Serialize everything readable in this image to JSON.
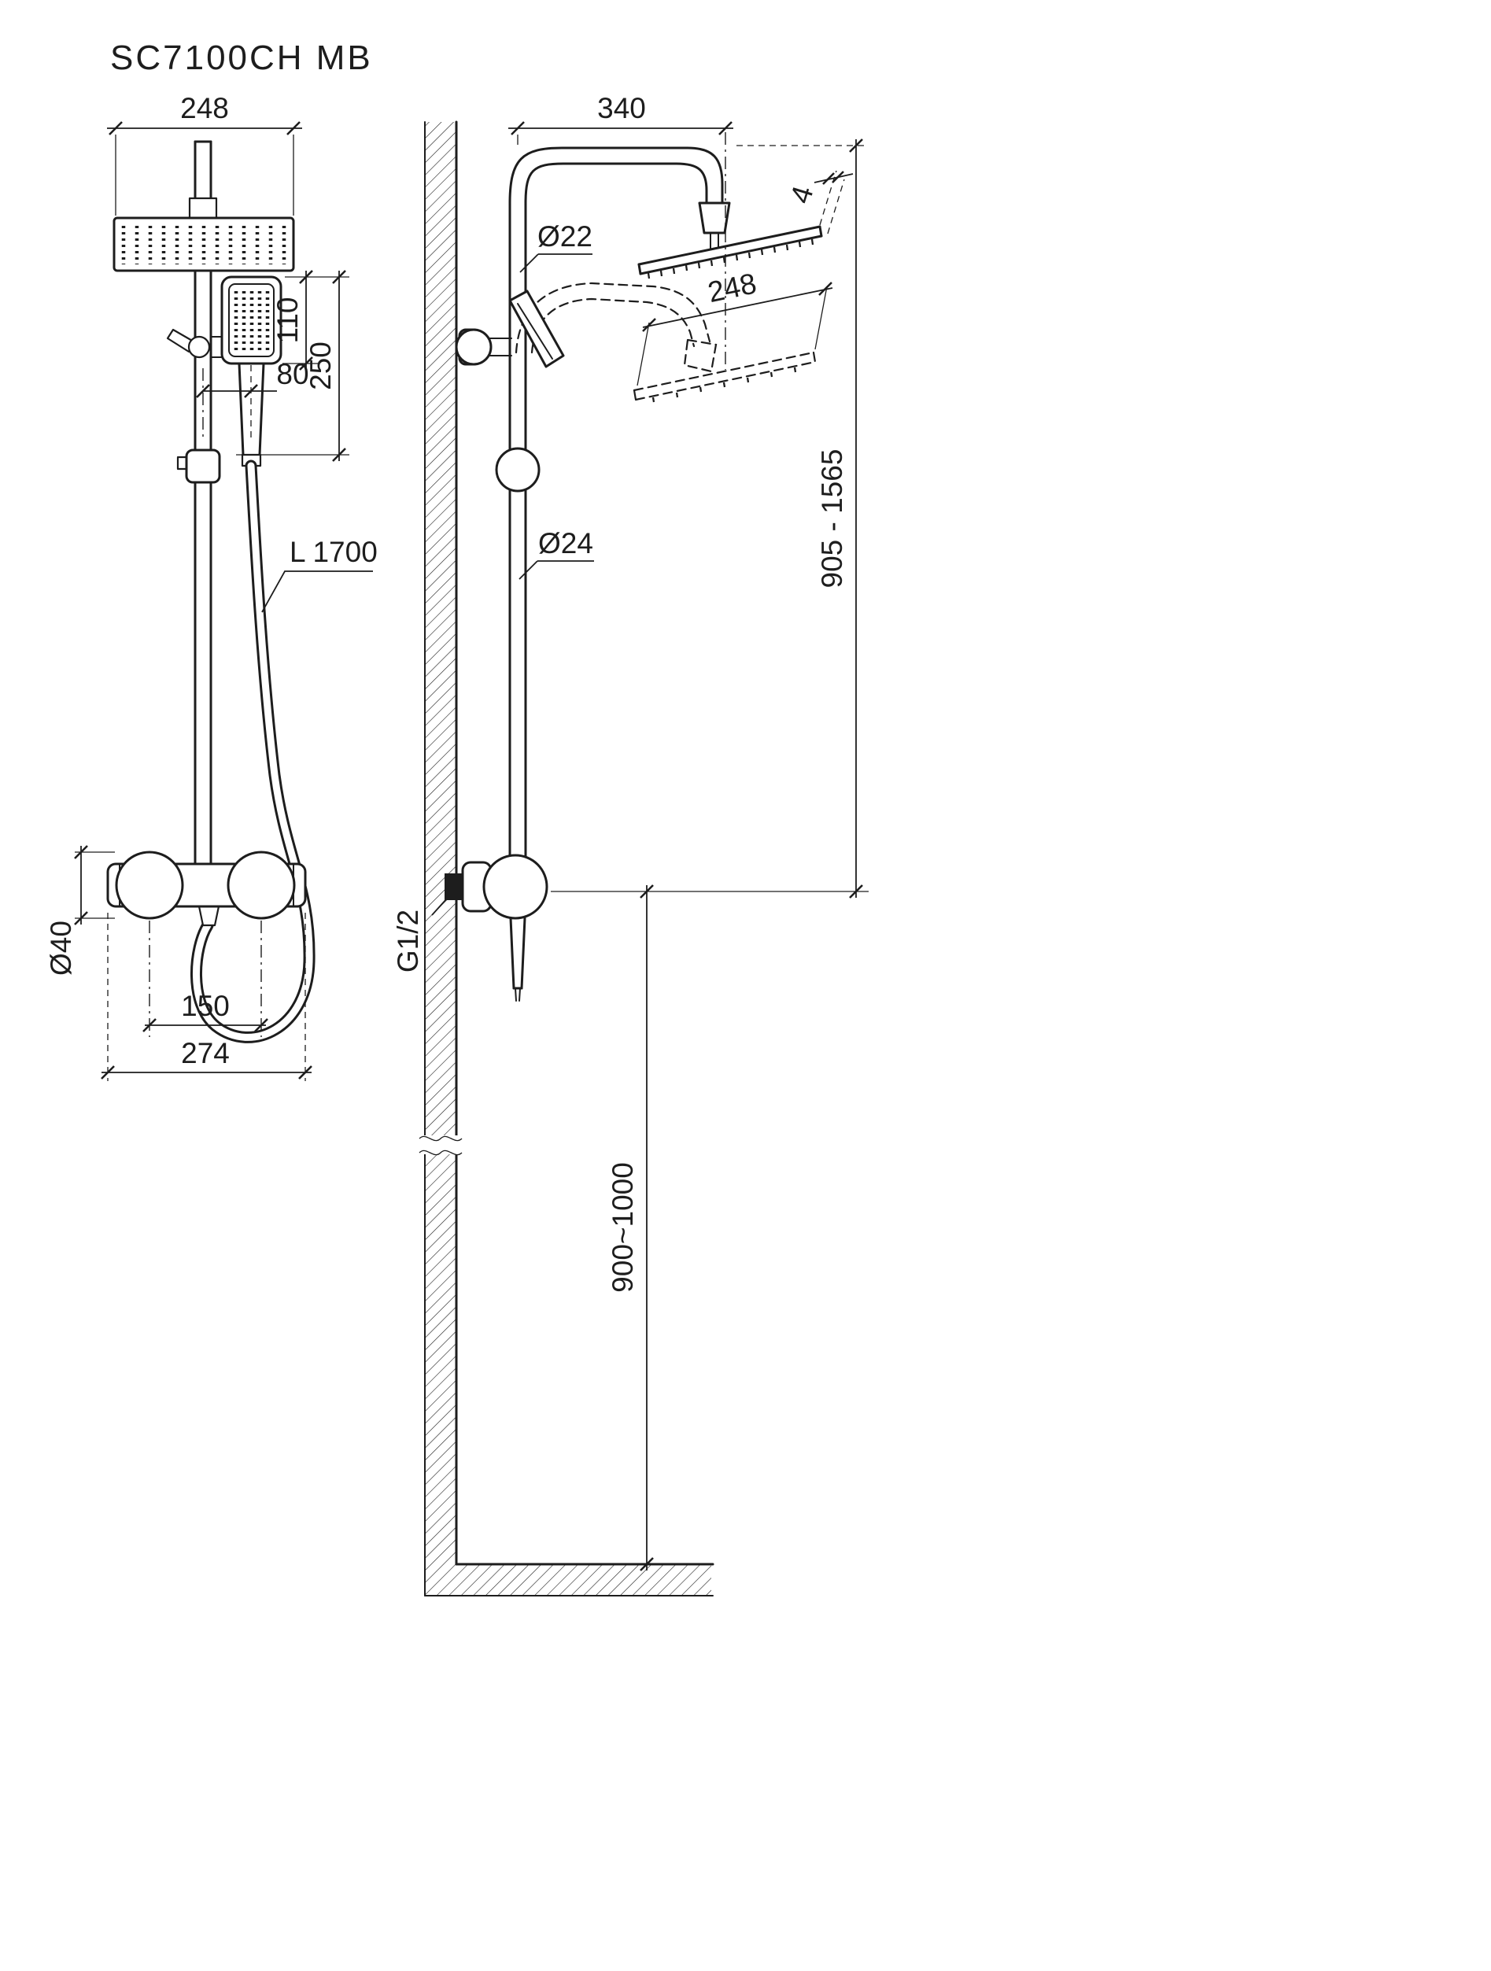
{
  "title": "SC7100CH MB",
  "colors": {
    "line": "#1d1d1d",
    "background": "#ffffff"
  },
  "front_view": {
    "dims": {
      "head_width": "248",
      "hand_shower_height": "110",
      "hand_shower_length": "250",
      "hand_shower_offset": "80",
      "hose_length": "L 1700",
      "handle_diameter": "Ø40",
      "handle_spacing": "150",
      "mixer_width": "274"
    }
  },
  "side_view": {
    "dims": {
      "arm_projection": "340",
      "head_thickness": "4",
      "arm_diameter": "Ø22",
      "head_depth": "248",
      "riser_diameter": "Ø24",
      "column_height": "905 - 1565",
      "inlet_connection": "G1/2",
      "install_height": "900~1000"
    }
  }
}
